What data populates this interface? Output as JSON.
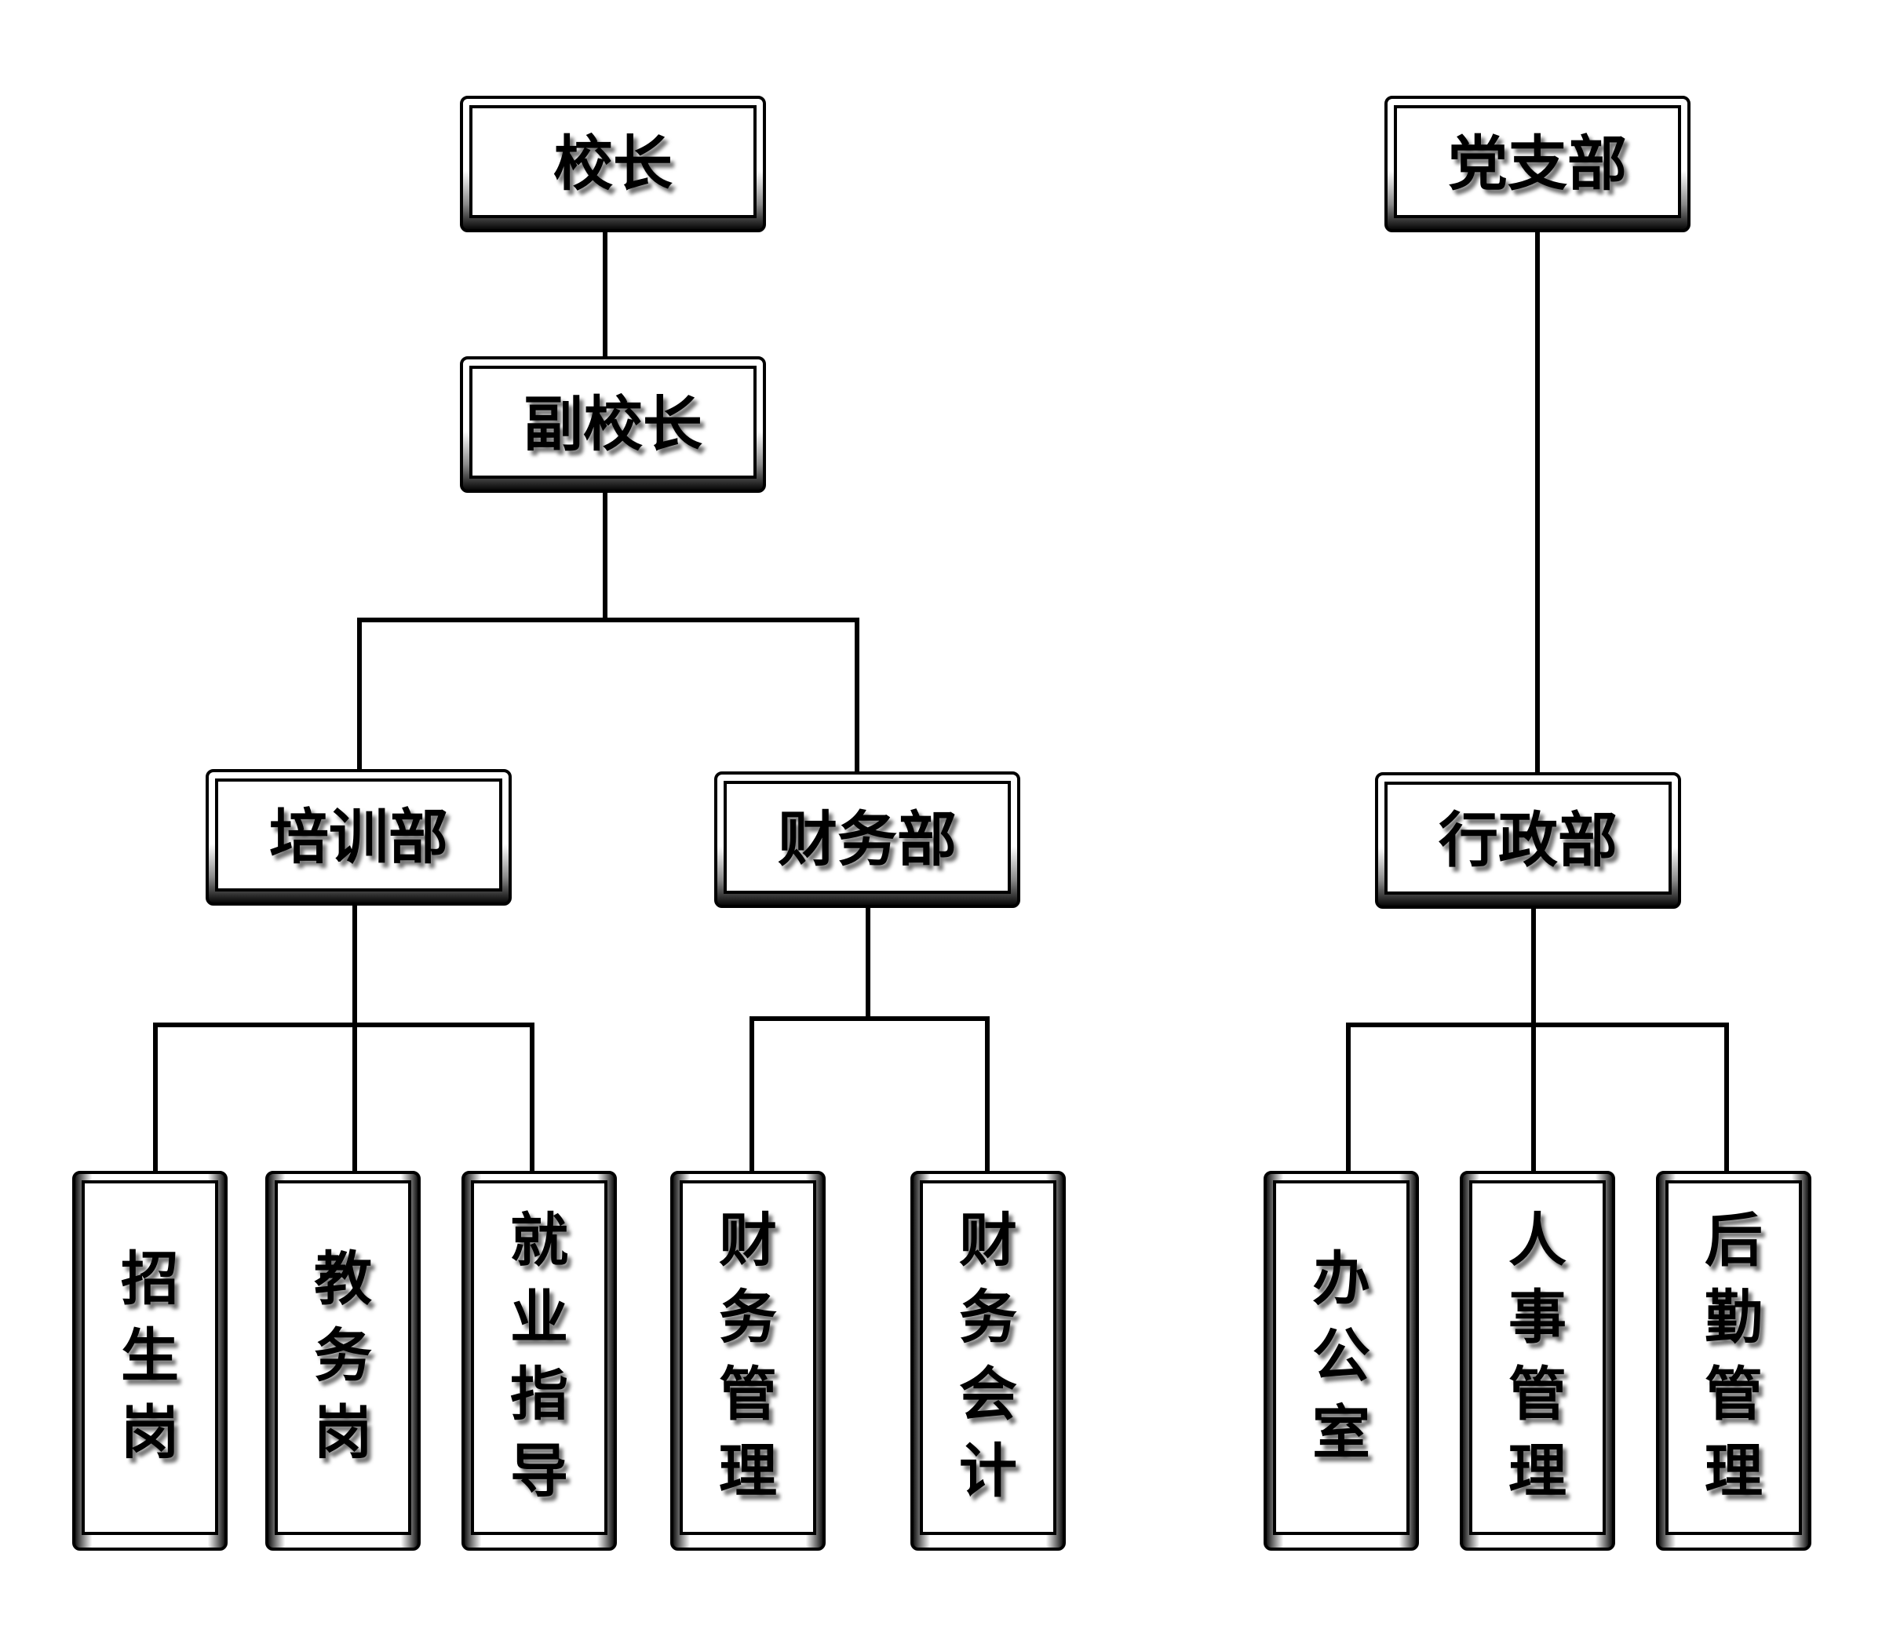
{
  "diagram": {
    "type": "org-chart",
    "nodes": [
      {
        "id": "principal",
        "label": "校长"
      },
      {
        "id": "vice_principal",
        "label": "副校长"
      },
      {
        "id": "training_dept",
        "label": "培训部"
      },
      {
        "id": "finance_dept",
        "label": "财务部"
      },
      {
        "id": "party_branch",
        "label": "党支部"
      },
      {
        "id": "admin_dept",
        "label": "行政部"
      },
      {
        "id": "enrollment",
        "label": "招生岗"
      },
      {
        "id": "academic_affairs",
        "label": "教务岗"
      },
      {
        "id": "employment_guidance",
        "label": "就业指导"
      },
      {
        "id": "finance_management",
        "label": "财务管理"
      },
      {
        "id": "finance_accounting",
        "label": "财务会计"
      },
      {
        "id": "office",
        "label": "办公室"
      },
      {
        "id": "hr_management",
        "label": "人事管理"
      },
      {
        "id": "logistics_management",
        "label": "后勤管理"
      }
    ],
    "edges": [
      {
        "from": "principal",
        "to": "vice_principal"
      },
      {
        "from": "vice_principal",
        "to": "training_dept"
      },
      {
        "from": "vice_principal",
        "to": "finance_dept"
      },
      {
        "from": "party_branch",
        "to": "admin_dept"
      },
      {
        "from": "training_dept",
        "to": "enrollment"
      },
      {
        "from": "training_dept",
        "to": "academic_affairs"
      },
      {
        "from": "training_dept",
        "to": "employment_guidance"
      },
      {
        "from": "finance_dept",
        "to": "finance_management"
      },
      {
        "from": "finance_dept",
        "to": "finance_accounting"
      },
      {
        "from": "admin_dept",
        "to": "office"
      },
      {
        "from": "admin_dept",
        "to": "hr_management"
      },
      {
        "from": "admin_dept",
        "to": "logistics_management"
      }
    ]
  },
  "colors": {
    "line": "#000000",
    "box_fill_top": "#ffffff",
    "box_fill_bottom": "#000000",
    "text": "#000000"
  }
}
